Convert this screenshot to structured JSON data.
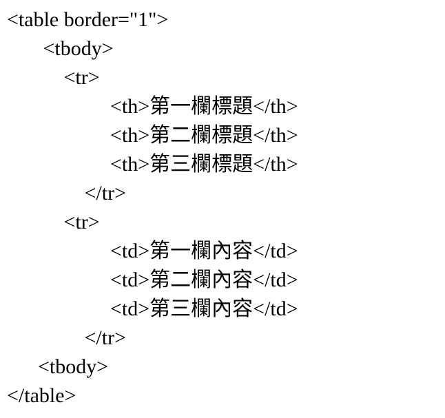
{
  "code": {
    "language": "html-source",
    "lines": [
      "<table border=\"1\">",
      "       <tbody>",
      "           <tr>",
      "                    <th>第一欄標題</th>",
      "                    <th>第二欄標題</th>",
      "                    <th>第三欄標題</th>",
      "               </tr>",
      "           <tr>",
      "                    <td>第一欄內容</td>",
      "                    <td>第二欄內容</td>",
      "                    <td>第三欄內容</td>",
      "               </tr>",
      "      <tbody>",
      "</table>"
    ]
  }
}
